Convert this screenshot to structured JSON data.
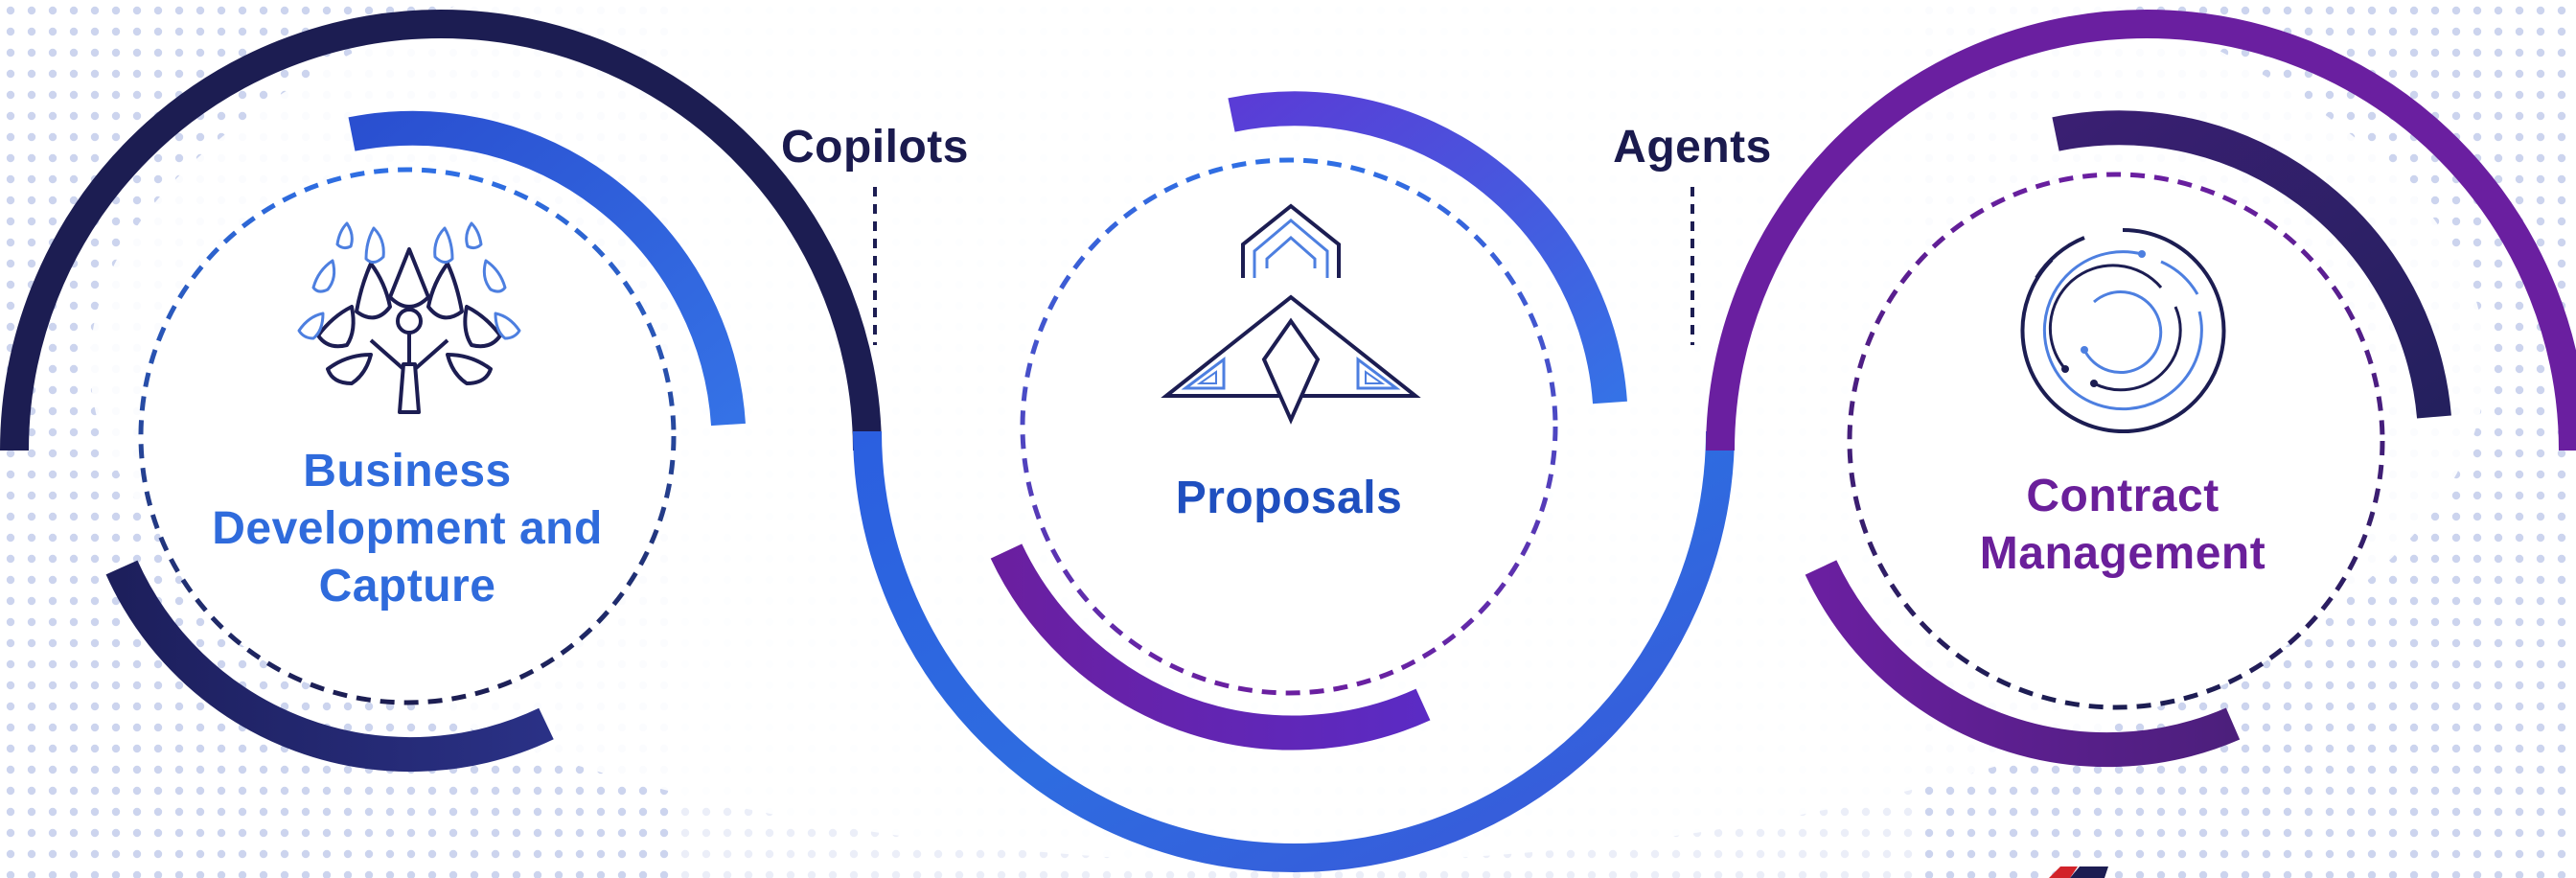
{
  "connectors": {
    "copilots": "Copilots",
    "agents": "Agents"
  },
  "stages": [
    {
      "id": "business-development",
      "title_lines": [
        "Business",
        "Development and",
        "Capture"
      ],
      "icon": "tree-icon",
      "color": "#2f6bdc"
    },
    {
      "id": "proposals",
      "title_lines": [
        "Proposals"
      ],
      "icon": "building-icon",
      "color": "#1f4fbf"
    },
    {
      "id": "contract-management",
      "title_lines": [
        "Contract",
        "Management"
      ],
      "icon": "maze-icon",
      "color": "#6a1f9a"
    }
  ],
  "colors": {
    "navy": "#1c1d52",
    "blue": "#2e6ce0",
    "purple": "#6a1fa0",
    "dots": "#cfd6ee"
  }
}
